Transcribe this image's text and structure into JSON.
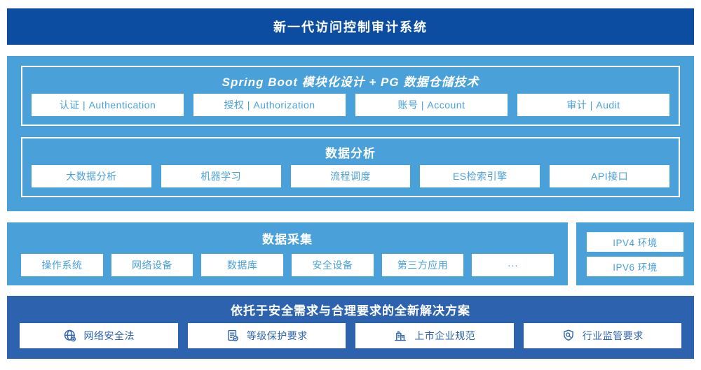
{
  "colors": {
    "banner_blue": "#0d4da1",
    "light_blue": "#4aa0d9",
    "dark_blue": "#2d63ae",
    "box_white": "#ffffff"
  },
  "banner": {
    "title": "新一代访问控制审计系统"
  },
  "architecture": {
    "title": "Spring Boot 模块化设计 + PG 数据仓储技术",
    "modules": [
      "认证 | Authentication",
      "授权 | Authorization",
      "账号 | Account",
      "审计 | Audit"
    ]
  },
  "data_analysis": {
    "title": "数据分析",
    "modules": [
      "大数据分析",
      "机器学习",
      "流程调度",
      "ES检索引擎",
      "API接口"
    ]
  },
  "data_collection": {
    "title": "数据采集",
    "modules": [
      "操作系统",
      "网络设备",
      "数据库",
      "安全设备",
      "第三方应用",
      "···"
    ]
  },
  "environments": {
    "items": [
      "IPV4 环境",
      "IPV6 环境"
    ]
  },
  "solutions": {
    "title": "依托于安全需求与合理要求的全新解决方案",
    "items": [
      {
        "icon": "globe-icon",
        "label": "网络安全法"
      },
      {
        "icon": "document-check-icon",
        "label": "等级保护要求"
      },
      {
        "icon": "building-icon",
        "label": "上市企业规范"
      },
      {
        "icon": "shield-search-icon",
        "label": "行业监管要求"
      }
    ]
  }
}
